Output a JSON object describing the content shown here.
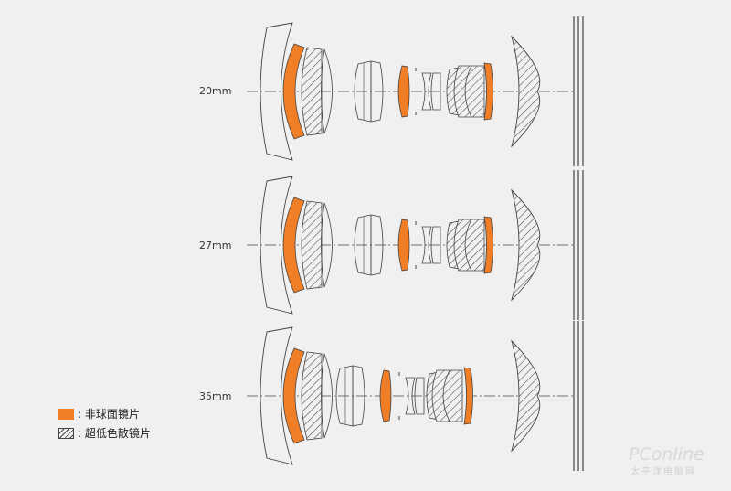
{
  "rows": [
    {
      "focal_length": "20mm"
    },
    {
      "focal_length": "27mm"
    },
    {
      "focal_length": "35mm"
    }
  ],
  "legend": [
    {
      "label": ": 非球面镜片",
      "style": "orange-fill"
    },
    {
      "label": ": 超低色散镜片",
      "style": "hatched"
    }
  ],
  "colors": {
    "aspherical": "#f07e26",
    "line": "#444444",
    "background": "#f0f0f0"
  },
  "watermark": {
    "text": "PConline",
    "subtext": "太平洋电脑网"
  }
}
